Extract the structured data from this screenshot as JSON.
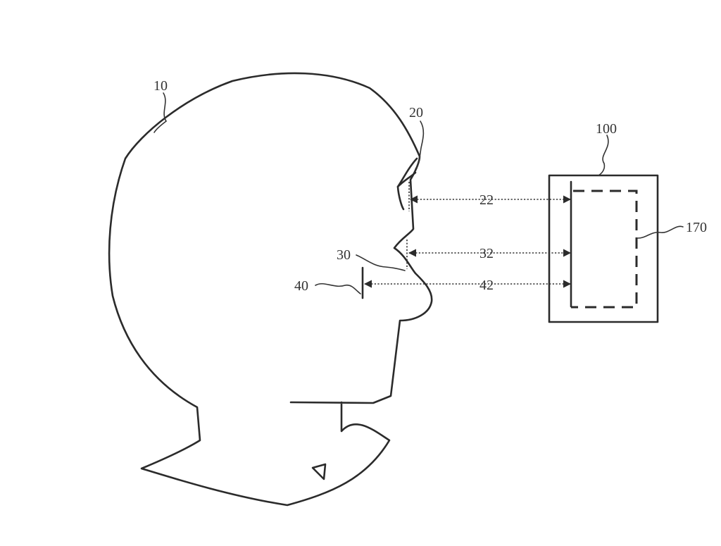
{
  "figure": {
    "labels": {
      "head": "10",
      "eye": "20",
      "nose_bridge": "30",
      "reference": "40",
      "eye_distance": "22",
      "nose_distance": "32",
      "reference_distance": "42",
      "device": "100",
      "sensor": "170"
    }
  }
}
